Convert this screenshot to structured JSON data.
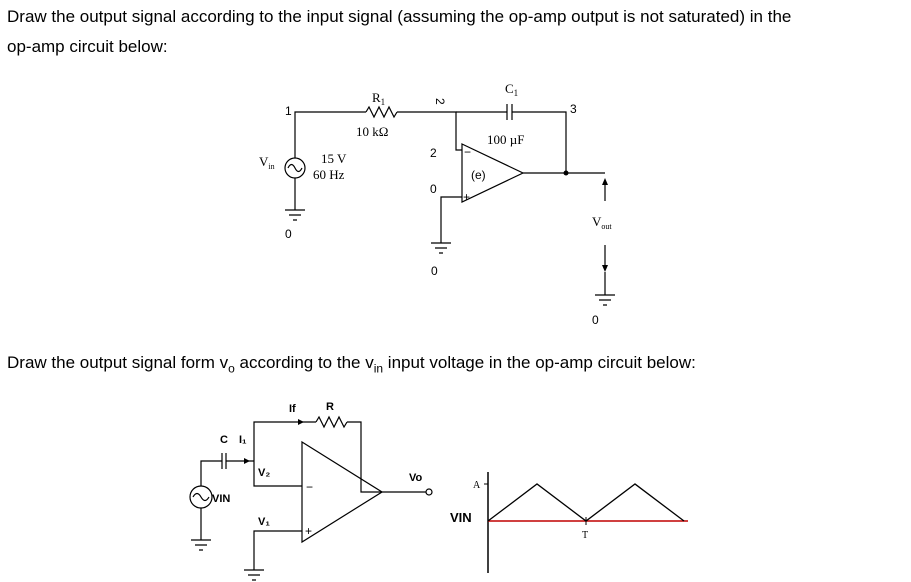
{
  "question1": {
    "line1": "Draw the output signal according to the input signal (assuming the op-amp output is not saturated) in the",
    "line2": "op-amp circuit below:",
    "circuit": {
      "node_1": "1",
      "node_2_top": "2",
      "node_2_in": "2",
      "node_0_in": "0",
      "node_3": "3",
      "gnd_left": "0",
      "gnd_mid": "0",
      "gnd_right": "0",
      "r1_label": "R",
      "r1_sub": "1",
      "r1_value": "10 kΩ",
      "c1_label": "C",
      "c1_sub": "1",
      "c1_value": "100 µF",
      "vin_label": "V",
      "vin_sub": "in",
      "source_voltage": "15 V",
      "source_freq": "60 Hz",
      "opamp_label": "(e)",
      "minus": "−",
      "plus": "+",
      "vout_label": "V",
      "vout_sub": "out"
    }
  },
  "question2": {
    "text_pre": "Draw the output signal form v",
    "text_sub1": "o",
    "text_mid": " according to the v",
    "text_sub2": "in",
    "text_post": " input voltage in the op-amp circuit below:",
    "circuit": {
      "c_label": "C",
      "i1_label": "I₁",
      "if_label": "If",
      "r_label": "R",
      "v2_label": "V₂",
      "v1_label": "V₁",
      "vin_label": "VIN",
      "vo_label": "Vo",
      "minus": "−",
      "plus": "+"
    },
    "graph": {
      "a_label": "A",
      "vin_label": "VIN",
      "t_label": "T",
      "wave_color": "#000000",
      "axis_color": "#c00000"
    }
  }
}
